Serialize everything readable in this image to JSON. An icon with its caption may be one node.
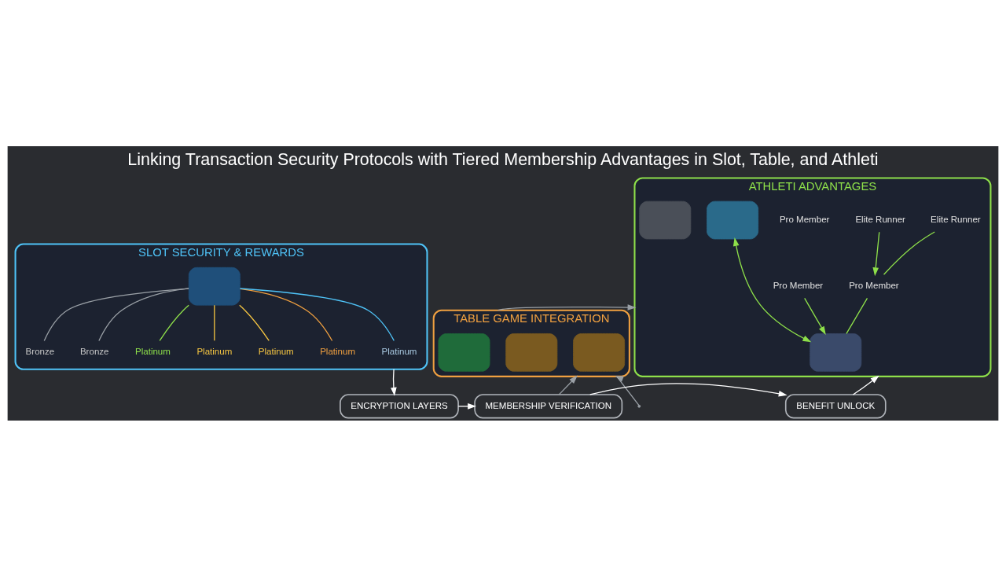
{
  "diagram": {
    "title": "Linking Transaction Security Protocols with Tiered Membership Advantages in Slot, Table, and Athleti",
    "nodes": [
      {
        "text": [
          "SLOT SECURITY & REWARDS"
        ]
      },
      {
        "text": [],
        "shape": "box",
        "in": 0
      },
      {
        "text": [
          "Bronze"
        ],
        "in": 0
      },
      {
        "text": [
          "Bronze"
        ],
        "in": 0
      },
      {
        "text": [
          "Platinum"
        ],
        "in": 0
      },
      {
        "text": [
          "Platinum"
        ],
        "in": 0
      },
      {
        "text": [
          "Platinum"
        ],
        "in": 0
      },
      {
        "text": [
          "Platinum"
        ],
        "in": 0
      },
      {
        "text": [
          "Platinum"
        ],
        "in": 0
      },
      {
        "text": [
          "TABLE GAME INTEGRATION"
        ]
      },
      {
        "text": [],
        "shape": "box",
        "in": 9
      },
      {
        "text": [],
        "shape": "box",
        "in": 9
      },
      {
        "text": [],
        "shape": "box",
        "in": 9
      },
      {
        "text": [
          "ATHLETI ADVANTAGES"
        ]
      },
      {
        "text": [
          "Elite Runner"
        ],
        "in": 13
      },
      {
        "text": [
          "Elite Runner"
        ],
        "in": 13
      },
      {
        "text": [
          "Pro Member"
        ],
        "in": 13
      },
      {
        "text": [
          "Pro Member"
        ],
        "in": 13
      },
      {
        "text": [
          "Pro Member"
        ],
        "in": 13
      },
      {
        "text": [],
        "shape": "box",
        "in": 13
      },
      {
        "text": [],
        "shape": "box",
        "in": 13
      },
      {
        "text": [],
        "shape": "box",
        "in": 13
      },
      {
        "text": [
          "ENCRYPTION LAYERS"
        ]
      },
      {
        "text": [
          "MEMBERSHIP VERIFICATION"
        ]
      },
      {
        "text": [
          "BENEFIT UNLOCK"
        ]
      }
    ],
    "edges": [
      {
        "from": 1,
        "to": 2,
        "arrow": "none",
        "color": "#9aa0a6"
      },
      {
        "from": 1,
        "to": 3,
        "arrow": "none",
        "color": "#9aa0a6"
      },
      {
        "from": 1,
        "to": 4,
        "arrow": "none",
        "color": "#8ee04a"
      },
      {
        "from": 1,
        "to": 5,
        "arrow": "none",
        "color": "#f5c542"
      },
      {
        "from": 1,
        "to": 6,
        "arrow": "none",
        "color": "#f5c542"
      },
      {
        "from": 1,
        "to": 7,
        "arrow": "none",
        "color": "#f0a040"
      },
      {
        "from": 1,
        "to": 8,
        "arrow": "none",
        "color": "#4fc3f7"
      },
      {
        "from": 15,
        "to": 16,
        "arrow": "to",
        "color": "#8ee04a"
      },
      {
        "from": 14,
        "to": 16,
        "arrow": "none",
        "color": "#8ee04a"
      },
      {
        "from": 16,
        "to": 19,
        "arrow": "none",
        "color": "#8ee04a"
      },
      {
        "from": 17,
        "to": 19,
        "arrow": "to",
        "color": "#8ee04a"
      },
      {
        "from": 19,
        "to": 20,
        "arrow": "both",
        "color": "#8ee04a"
      },
      {
        "from": 0,
        "to": 22,
        "arrow": "to",
        "color": "#ffffff"
      },
      {
        "from": 22,
        "to": 23,
        "arrow": "to",
        "color": "#ffffff"
      },
      {
        "from": 23,
        "to": 24,
        "arrow": "to",
        "color": "#ffffff"
      },
      {
        "from": 24,
        "to": 13,
        "arrow": "to",
        "color": "#ffffff"
      },
      {
        "from": 23,
        "to": 9,
        "arrow": "to",
        "color": "#9aa0a6"
      },
      {
        "from": 9,
        "to": 13,
        "arrow": "to",
        "color": "#9aa0a6"
      },
      {
        "from": null,
        "to": 9,
        "arrow": "to",
        "color": "#9aa0a6"
      }
    ]
  }
}
